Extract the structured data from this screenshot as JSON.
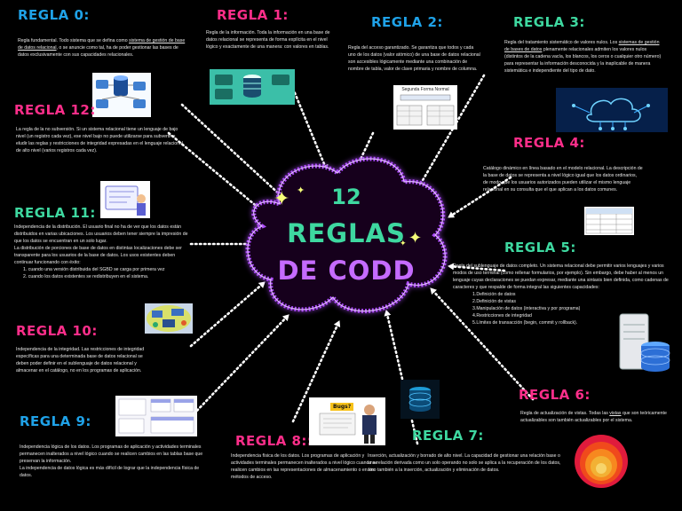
{
  "center": {
    "number": "12",
    "line1": "REGLAS",
    "line2": "DE CODD"
  },
  "colors": {
    "blue": "#1fa2e8",
    "pink": "#ff2e8a",
    "green": "#3ed8a0",
    "purple": "#c56bff",
    "cloud_glow": "#b04dff"
  },
  "rules": {
    "r0": {
      "title": "REGLA 0:",
      "p1": "Regla fundamental. Todo sistema que se defina como ",
      "p1_link": "sistema de gestión de base de datos relacional",
      "p1_end": ", o se anuncie como tal, ha de poder gestionar las bases de datos exclusivamente con sus capacidades relacionales."
    },
    "r1": {
      "title": "REGLA 1:",
      "text": "Regla de la información. Toda la información en una base de datos relacional se representa de forma explícita en el nivel lógico y exactamente de una manera: con valores en tablas."
    },
    "r2": {
      "title": "REGLA 2:",
      "text": "Regla del acceso garantizado. Se garantiza que todos y cada uno de los datos (valor atómico) de una base de datos relacional son accesibles lógicamente mediante una combinación de nombre de tabla, valor de clave primaria y nombre de columna.",
      "thumb_caption": "Segunda Forma Normal"
    },
    "r3": {
      "title": "REGLA 3:",
      "p1": "Regla del tratamiento sistemático de valores nulos. Los ",
      "p1_link": "sistemas de gestión de bases de datos",
      "p1_end": " plenamente relacionales admiten los valores nulos (distintos de la cadena vacía, los blancos, los ceros o cualquier otro número) para representar la información desconocida y la inaplicable de manera sistemática e independiente del tipo de dato."
    },
    "r4": {
      "title": "REGLA 4:",
      "text": "Catálogo dinámico en línea basado en el modelo relacional. La descripción de la base de datos se representa a nivel lógico igual que los datos ordinarios, de modo que los usuarios autorizados pueden utilizar el mismo lenguaje relacional en su consulta que el que aplican a los datos comunes."
    },
    "r5": {
      "title": "REGLA 5:",
      "text": "Regla del sublenguaje de datos completo. Un sistema relacional debe permitir varios lenguajes y varios modos de uso terminal (como rellenar formularios, por ejemplo). Sin embargo, debe haber al menos un lenguaje cuyas declaraciones se puedan expresar, mediante una sintaxis bien definida, como cadenas de caracteres y que respalde de forma integral las siguientes capacidades:",
      "items": [
        "1.Definición de datos",
        "2.Definición de vistas",
        "3.Manipulación de datos (interactiva y por programa)",
        "4.Restricciones de integridad",
        "5.Límites de transacción (begin, commit y rollback)."
      ]
    },
    "r6": {
      "title": "REGLA 6:",
      "p1": "Regla de actualización de vistas. Todas las ",
      "p1_link": "vistas",
      "p1_end": " que son teóricamente actualizables son también actualizables por el sistema."
    },
    "r7": {
      "title": "REGLA 7:",
      "text": "Inserción, actualización y borrado de alto nivel. La capacidad de gestionar una relación base o una relación derivada como un solo operando no solo se aplica a la recuperación de los datos, sino también a la inserción, actualización y eliminación de datos."
    },
    "r8": {
      "title": "REGLA 8::",
      "text": "Independencia física de los datos. Los programas de aplicación y actividades terminales permanecen inalterados a nivel lógico cuando se realicen cambios en las representaciones de almacenamiento o en los métodos de acceso."
    },
    "r9": {
      "title": "REGLA 9:",
      "text": "Independencia lógica de los datos. Los programas de aplicación y actividades terminales permanecen inalterados a nivel lógico cuando se realicen cambios en las tablas base que preservan la información.\nLa independencia de datos lógica es más difícil de lograr que la independencia física de datos."
    },
    "r10": {
      "title": "REGLA 10:",
      "text": "Independencia de la integridad. Las restricciones de integridad específicas para una determinada base de datos relacional se deben poder definir en el sublenguaje de datos relacional y almacenar en el catálogo, no en los programas de aplicación."
    },
    "r11": {
      "title": "REGLA 11:",
      "text": "Independencia de la distribución. El usuario final no ha de ver que los datos están distribuidos en varias ubicaciones. Los usuarios deben tener siempre la impresión de que los datos se encuentran en un solo lugar.\nLa distribución de porciones de base de datos en distintas localizaciones debe ser transparente para los usuarios de la base de datos. Los usos existentes deben continuar funcionando con éxito:",
      "items": [
        "1. cuando una versión distribuida del SGBD se carga por primera vez",
        "2. cuando los datos existentes se redistribuyen en el sistema."
      ]
    },
    "r12": {
      "title": "REGLA 12:",
      "text": "La regla de la no subversión. Si un sistema relacional tiene un lenguaje de bajo nivel (un registro cada vez), ese nivel bajo no puede utilizarse para subvertir o eludir las reglas y restricciones de integridad expresadas en el lenguaje relacional de alto nivel (varios registros cada vez)."
    }
  },
  "thumb_bugs_text": "Bugs?"
}
